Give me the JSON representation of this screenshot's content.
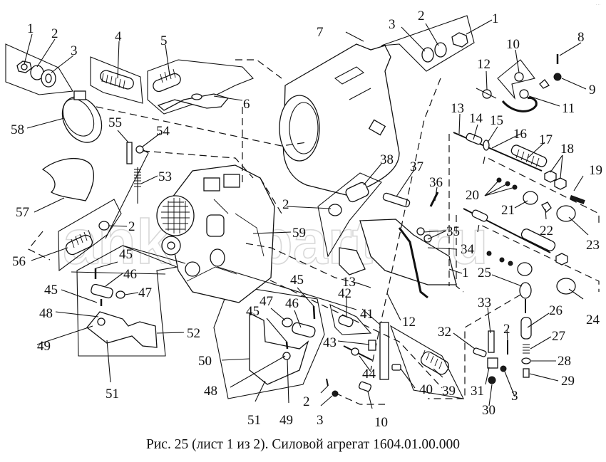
{
  "figure": {
    "caption": "Рис. 25 (лист 1 из 2). Силовой агрегат 1604.01.00.000",
    "watermark": "ankor-parts.ru",
    "corner_mark": "· ··"
  },
  "callouts": [
    {
      "id": "c1a",
      "label": "1"
    },
    {
      "id": "c2a",
      "label": "2"
    },
    {
      "id": "c3a",
      "label": "3"
    },
    {
      "id": "c4",
      "label": "4"
    },
    {
      "id": "c5",
      "label": "5"
    },
    {
      "id": "c6",
      "label": "6"
    },
    {
      "id": "c7",
      "label": "7"
    },
    {
      "id": "c3b",
      "label": "3"
    },
    {
      "id": "c2b",
      "label": "2"
    },
    {
      "id": "c1b",
      "label": "1"
    },
    {
      "id": "c8",
      "label": "8"
    },
    {
      "id": "c9",
      "label": "9"
    },
    {
      "id": "c10a",
      "label": "10"
    },
    {
      "id": "c11",
      "label": "11"
    },
    {
      "id": "c12a",
      "label": "12"
    },
    {
      "id": "c13a",
      "label": "13"
    },
    {
      "id": "c14",
      "label": "14"
    },
    {
      "id": "c15",
      "label": "15"
    },
    {
      "id": "c16",
      "label": "16"
    },
    {
      "id": "c17",
      "label": "17"
    },
    {
      "id": "c18",
      "label": "18"
    },
    {
      "id": "c19",
      "label": "19"
    },
    {
      "id": "c20",
      "label": "20"
    },
    {
      "id": "c21",
      "label": "21"
    },
    {
      "id": "c22",
      "label": "22"
    },
    {
      "id": "c23",
      "label": "23"
    },
    {
      "id": "c24",
      "label": "24"
    },
    {
      "id": "c25",
      "label": "25"
    },
    {
      "id": "c26",
      "label": "26"
    },
    {
      "id": "c27",
      "label": "27"
    },
    {
      "id": "c28",
      "label": "28"
    },
    {
      "id": "c29",
      "label": "29"
    },
    {
      "id": "c30",
      "label": "30"
    },
    {
      "id": "c31",
      "label": "31"
    },
    {
      "id": "c32",
      "label": "32"
    },
    {
      "id": "c33",
      "label": "33"
    },
    {
      "id": "c2c",
      "label": "2"
    },
    {
      "id": "c3c",
      "label": "3"
    },
    {
      "id": "c34",
      "label": "34"
    },
    {
      "id": "c35",
      "label": "35"
    },
    {
      "id": "c36",
      "label": "36"
    },
    {
      "id": "c37",
      "label": "37"
    },
    {
      "id": "c38",
      "label": "38"
    },
    {
      "id": "c2d",
      "label": "2"
    },
    {
      "id": "c59",
      "label": "59"
    },
    {
      "id": "c1c",
      "label": "1"
    },
    {
      "id": "c13b",
      "label": "13"
    },
    {
      "id": "c12b",
      "label": "12"
    },
    {
      "id": "c42",
      "label": "42"
    },
    {
      "id": "c41",
      "label": "41"
    },
    {
      "id": "c43",
      "label": "43"
    },
    {
      "id": "c44",
      "label": "44"
    },
    {
      "id": "c40",
      "label": "40"
    },
    {
      "id": "c39",
      "label": "39"
    },
    {
      "id": "c10b",
      "label": "10"
    },
    {
      "id": "c3d",
      "label": "3"
    },
    {
      "id": "c2e",
      "label": "2"
    },
    {
      "id": "c45a",
      "label": "45"
    },
    {
      "id": "c47a",
      "label": "47"
    },
    {
      "id": "c46a",
      "label": "46"
    },
    {
      "id": "c45b",
      "label": "45"
    },
    {
      "id": "c50",
      "label": "50"
    },
    {
      "id": "c48a",
      "label": "48"
    },
    {
      "id": "c51a",
      "label": "51"
    },
    {
      "id": "c49a",
      "label": "49"
    },
    {
      "id": "c58",
      "label": "58"
    },
    {
      "id": "c55",
      "label": "55"
    },
    {
      "id": "c54",
      "label": "54"
    },
    {
      "id": "c53",
      "label": "53"
    },
    {
      "id": "c57",
      "label": "57"
    },
    {
      "id": "c2f",
      "label": "2"
    },
    {
      "id": "c56",
      "label": "56"
    },
    {
      "id": "c45c",
      "label": "45"
    },
    {
      "id": "c46b",
      "label": "46"
    },
    {
      "id": "c45d",
      "label": "45"
    },
    {
      "id": "c47b",
      "label": "47"
    },
    {
      "id": "c48b",
      "label": "48"
    },
    {
      "id": "c49b",
      "label": "49"
    },
    {
      "id": "c52",
      "label": "52"
    },
    {
      "id": "c51b",
      "label": "51"
    }
  ]
}
